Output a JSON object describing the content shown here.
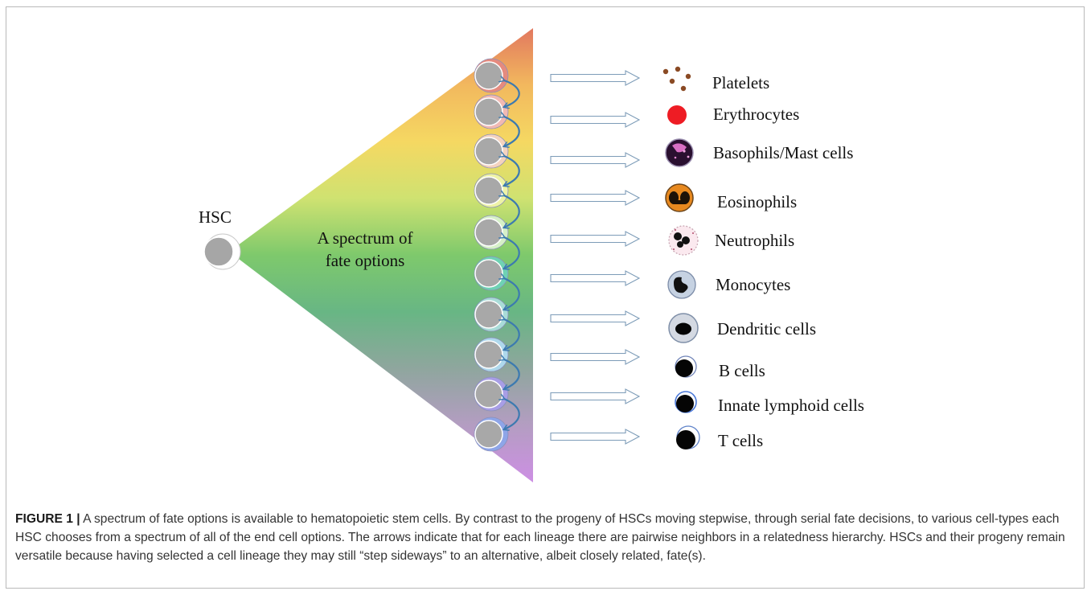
{
  "diagram": {
    "hsc_label": "HSC",
    "center_label_line1": "A spectrum of",
    "center_label_line2": "fate options",
    "gradient_colors": [
      "#e2785f",
      "#f2b85e",
      "#f5d862",
      "#cfe271",
      "#7ec96c",
      "#68b684",
      "#8fa69e",
      "#b49dc2",
      "#cd8fe4"
    ],
    "ring_colors": [
      "#e58a7e",
      "#f1b9b3",
      "#f4d3bf",
      "#eef3a6",
      "#d6f0c8",
      "#6fd2b4",
      "#a9dcd8",
      "#aed8ec",
      "#a89ee6",
      "#8ea5e8"
    ],
    "cell_types": [
      {
        "label": "Platelets",
        "icon": "platelets-icon"
      },
      {
        "label": "Erythrocytes",
        "icon": "erythrocyte-icon"
      },
      {
        "label": "Basophils/Mast cells",
        "icon": "basophil-icon"
      },
      {
        "label": "Eosinophils",
        "icon": "eosinophil-icon"
      },
      {
        "label": "Neutrophils",
        "icon": "neutrophil-icon"
      },
      {
        "label": "Monocytes",
        "icon": "monocyte-icon"
      },
      {
        "label": "Dendritic cells",
        "icon": "dendritic-cell-icon"
      },
      {
        "label": "B cells",
        "icon": "b-cell-icon"
      },
      {
        "label": "Innate lymphoid cells",
        "icon": "innate-lymphoid-cell-icon"
      },
      {
        "label": "T cells",
        "icon": "t-cell-icon"
      }
    ]
  },
  "caption": {
    "figure_label": "FIGURE 1 |",
    "text": "A spectrum of fate options is available to hematopoietic stem cells. By contrast to the progeny of HSCs moving stepwise, through serial fate decisions, to various cell-types each HSC chooses from a spectrum of all of the end cell options. The arrows indicate that for each lineage there are pairwise neighbors in a relatedness hierarchy. HSCs and their progeny remain versatile because having selected a cell lineage they may still “step sideways” to an alternative, albeit closely related, fate(s)."
  }
}
